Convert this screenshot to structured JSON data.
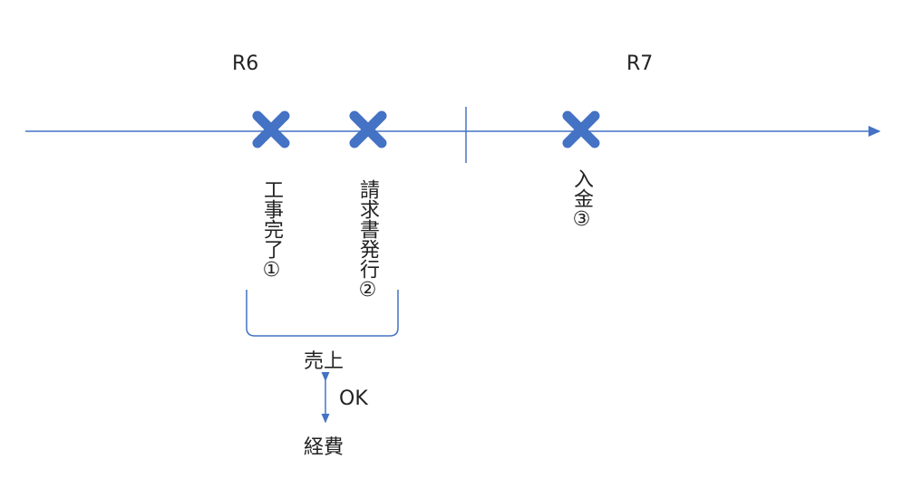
{
  "periods": {
    "left": "R6",
    "right": "R7"
  },
  "events": [
    {
      "label": "工事完了①",
      "marker": "x-marker"
    },
    {
      "label": "請求書発行②",
      "marker": "x-marker"
    },
    {
      "label": "入金③",
      "marker": "x-marker"
    }
  ],
  "bracket_label": "売上",
  "relation_label": "OK",
  "bottom_label": "経費",
  "colors": {
    "line": "#4472c4",
    "marker": "#4472c4"
  }
}
